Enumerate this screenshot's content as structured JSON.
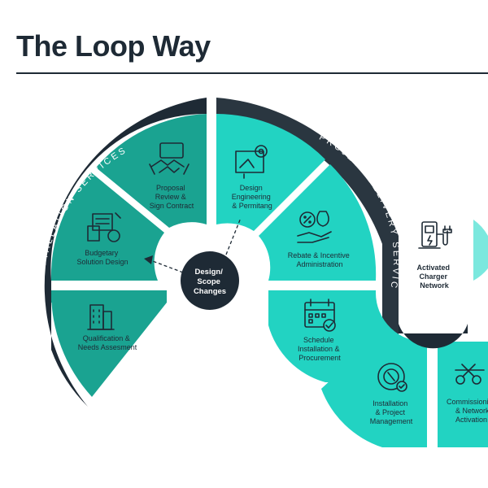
{
  "title": "The Loop Way",
  "bands": {
    "pre_installation": "PRE-INSTALLATION SERVICES",
    "project_delivery": "PROJECT DELIVERY SERVICES"
  },
  "center": {
    "lines": [
      "Design/",
      "Scope",
      "Changes"
    ]
  },
  "segments": {
    "qualification": [
      "Qualification &",
      "Needs Assesment"
    ],
    "budgetary": [
      "Budgetary",
      "Solution Design"
    ],
    "proposal": [
      "Proposal",
      "Review &",
      "Sign Contract"
    ],
    "design_engineering": [
      "Design",
      "Engineering",
      "& Permitang"
    ],
    "rebate": [
      "Rebate & Incentive",
      "Administration"
    ],
    "schedule": [
      "Schedule",
      "Installation &",
      "Procurement"
    ],
    "installation": [
      "Installation",
      "& Project",
      "Management"
    ],
    "commissioning": [
      "Commissioning",
      "& Network",
      "Activation"
    ]
  },
  "node": {
    "lines": [
      "Activated",
      "Charger",
      "Network"
    ]
  },
  "colors": {
    "dark": "#1e2a35",
    "teal_dark": "#1aa391",
    "teal": "#22d3c2",
    "teal_light": "#7be8de"
  },
  "icons": [
    "buildings-icon",
    "calculator-chart-icon",
    "handshake-icon",
    "blueprint-gear-icon",
    "money-hand-icon",
    "calendar-check-icon",
    "gear-wrench-icon",
    "scissors-icon",
    "ev-charger-icon",
    "double-chevron-up-icon"
  ]
}
